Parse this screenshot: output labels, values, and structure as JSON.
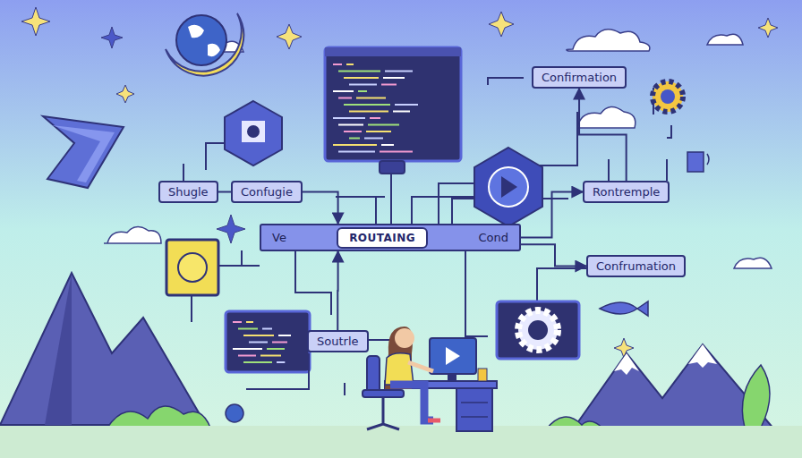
{
  "diagram": {
    "nodes": [
      {
        "text": [
          "Confirmation"
        ]
      },
      {
        "text": [
          "Shugle"
        ]
      },
      {
        "text": [
          "Confugie"
        ]
      },
      {
        "text": [
          "Ve",
          "Cond"
        ]
      },
      {
        "text": [
          "ROUTAING"
        ],
        "in": 3
      },
      {
        "text": [
          "Rontremple"
        ]
      },
      {
        "text": [
          "Confrumation"
        ]
      },
      {
        "text": [
          "Soutrle"
        ]
      }
    ],
    "edges": [
      {
        "from": 1,
        "to": 2,
        "arrow": "none"
      },
      {
        "from": 2,
        "to": 3,
        "arrow": "to"
      },
      {
        "from": 3,
        "to": 5,
        "arrow": "to"
      },
      {
        "from": 3,
        "to": 6,
        "arrow": "to"
      },
      {
        "from": 7,
        "to": 3,
        "arrow": "to"
      },
      {
        "from": 5,
        "to": 0,
        "arrow": "to"
      }
    ]
  }
}
